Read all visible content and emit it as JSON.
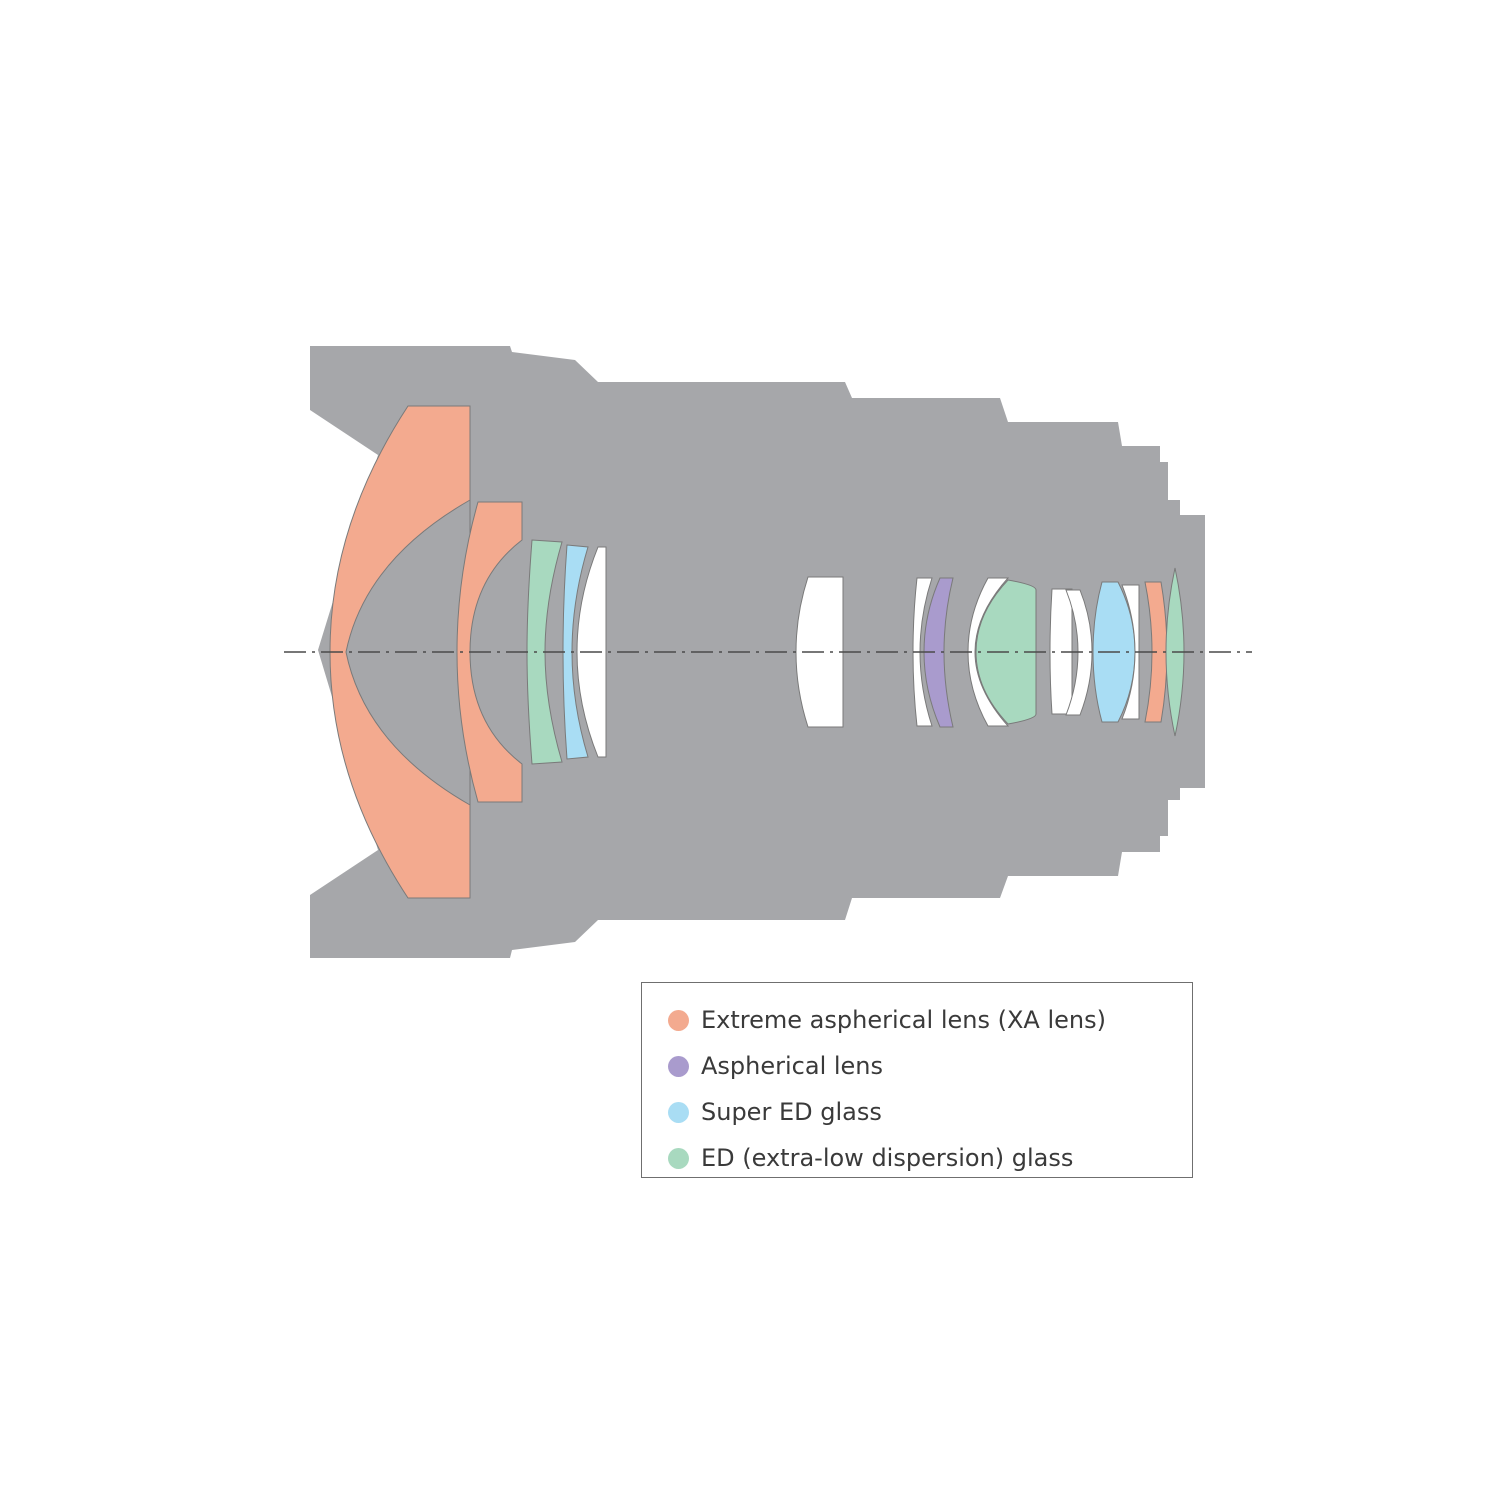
{
  "colors": {
    "barrel": "#a6a7aa",
    "xa": "#f3aa8f",
    "aspherical": "#a99bcd",
    "super_ed": "#a9ddf4",
    "ed": "#a8d9bf",
    "standard": "#ffffff",
    "axis": "#4a4a4a"
  },
  "legend": {
    "items": [
      {
        "label": "Extreme aspherical lens (XA lens)",
        "color": "#f3aa8f",
        "icon": "salmon-circle"
      },
      {
        "label": "Aspherical lens",
        "color": "#a99bcd",
        "icon": "purple-circle"
      },
      {
        "label": "Super ED glass",
        "color": "#a9ddf4",
        "icon": "light-blue-circle"
      },
      {
        "label": "ED (extra-low dispersion) glass",
        "color": "#a8d9bf",
        "icon": "green-circle"
      }
    ]
  },
  "elements": [
    "xa",
    "xa",
    "ed",
    "super_ed",
    "standard",
    "standard",
    "standard",
    "aspherical",
    "standard",
    "ed",
    "standard",
    "standard",
    "super_ed",
    "standard",
    "xa",
    "ed"
  ]
}
